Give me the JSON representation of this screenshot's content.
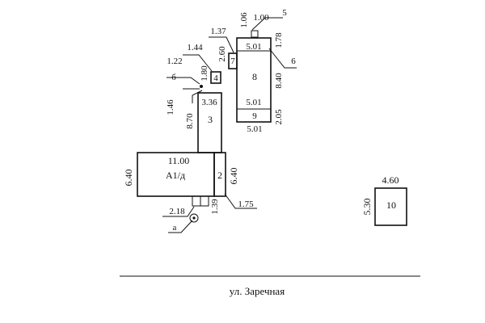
{
  "plan": {
    "street": "ул. Заречная",
    "buildings": {
      "main": {
        "label": "А1/д",
        "width": "11.00",
        "height": "6.40"
      },
      "b2": {
        "label": "2",
        "height": "6.40",
        "bottom": "1.75"
      },
      "b3": {
        "label": "3",
        "width": "3.36",
        "height": "8.70",
        "side": "1.46"
      },
      "b4": {
        "label": "4",
        "dim_a": "1.44",
        "dim_b": "1.80"
      },
      "b7": {
        "label": "7",
        "dim_a": "1.37",
        "dim_b": "2.60"
      },
      "b8": {
        "label": "8",
        "width_top": "5.01",
        "width_bottom": "5.01",
        "height": "8.40"
      },
      "b9": {
        "label": "9",
        "width": "5.01",
        "height": "2.05"
      },
      "b5": {
        "label": "5",
        "dim_a": "1.00",
        "dim_b": "1.06"
      },
      "b6": {
        "label": "6",
        "dim": "1.78"
      },
      "b10": {
        "label": "10",
        "width": "4.60",
        "height": "5.30"
      },
      "porch": {
        "width": "2.18",
        "height": "1.39"
      },
      "point_a": "а",
      "point_b": "б",
      "dim_122": "1.22"
    }
  }
}
